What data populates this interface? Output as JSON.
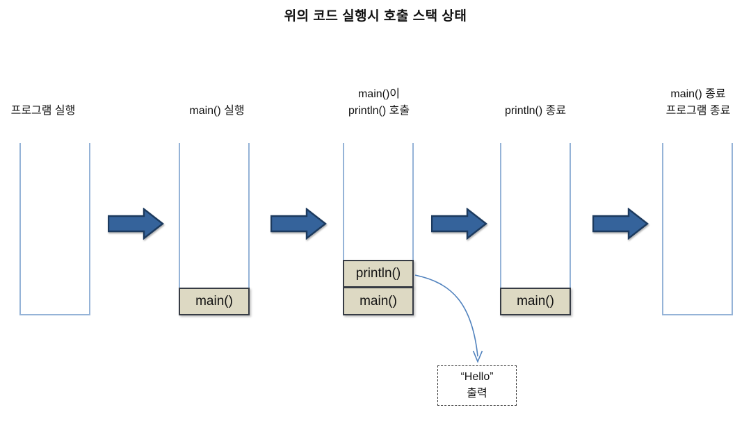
{
  "title": "위의 코드 실행시 호출 스택 상태",
  "stages": [
    {
      "label": "프로그램 실행",
      "frames": []
    },
    {
      "label": "main() 실행",
      "frames": [
        "main()"
      ]
    },
    {
      "label": "main()이\nprintln() 호출",
      "frames": [
        "println()",
        "main()"
      ]
    },
    {
      "label": "println() 종료",
      "frames": [
        "main()"
      ]
    },
    {
      "label": "main() 종료\n프로그램 종료",
      "frames": []
    }
  ],
  "output_note": {
    "line1": "“Hello”",
    "line2": "출력"
  },
  "colors": {
    "stack_border": "#95b3d7",
    "frame_fill": "#ddd9c3",
    "frame_border": "#363b44",
    "arrow_fill": "#35639b",
    "arrow_border": "#1c3a5e",
    "connector": "#4f81bd",
    "text": "#111111"
  }
}
